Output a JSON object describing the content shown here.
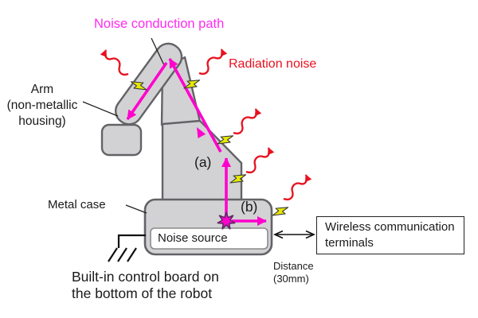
{
  "labels": {
    "noise_conduction_path": "Noise conduction path",
    "radiation_noise": "Radiation noise",
    "arm": "Arm\n(non-metallic\nhousing)",
    "metal_case": "Metal case",
    "path_a": "(a)",
    "path_b": "(b)",
    "noise_source": "Noise source",
    "wireless_terminals": "Wireless communication terminals",
    "distance": "Distance\n(30mm)",
    "built_in_board": "Built-in control board on\nthe bottom of the robot"
  },
  "colors": {
    "conduction_path": "#ff00cd",
    "conduction_label": "#ff2bf0",
    "radiation": "#e8101e",
    "spark_fill": "#e6e800",
    "spark_outline": "#3a3a3a",
    "robot_fill": "#d2d2d4",
    "robot_outline": "#636367",
    "line_black": "#111111",
    "text": "#1a1a1a"
  },
  "icons": {
    "lightning_bolt": "noise-spark",
    "wavy_arrow": "radiation-wave",
    "star_burst": "noise-source-point",
    "ground": "chassis-ground-symbol",
    "double_arrow": "distance-double-arrow"
  }
}
